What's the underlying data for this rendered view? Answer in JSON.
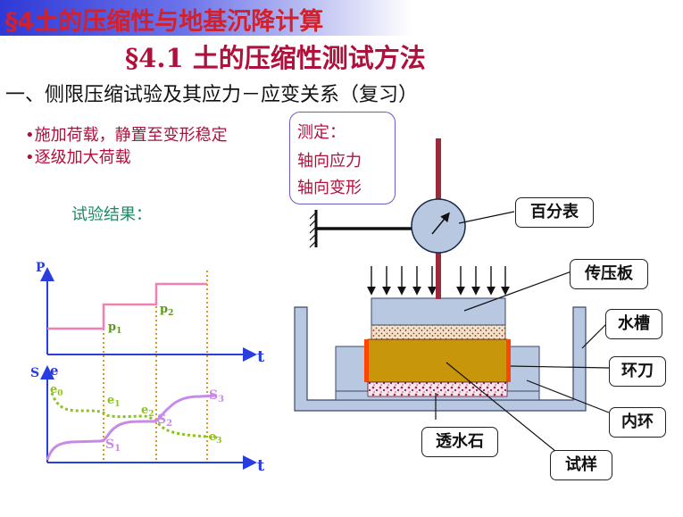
{
  "header": {
    "banner_title": "§4土的压缩性与地基沉降计算",
    "section_title": "§4.1  土的压缩性测试方法",
    "heading": "一、侧限压缩试验及其应力－应变关系（复习）"
  },
  "bullets": [
    "•施加荷载，静置至变形稳定",
    "•逐级加大荷载"
  ],
  "measure": {
    "title": "测定：",
    "items": [
      "轴向应力",
      "轴向变形"
    ]
  },
  "results_label": "试验结果：",
  "graph": {
    "p_axis_label": "P",
    "s_axis_label": "S",
    "e_axis_label": "e",
    "t_axis_label": "t",
    "p1_label": "p",
    "p1_sub": "1",
    "p2_label": "p",
    "p2_sub": "2",
    "e0_label": "e",
    "e0_sub": "0",
    "e1_label": "e",
    "e1_sub": "1",
    "e2_label": "e",
    "e2_sub": "2",
    "e3_label": "e",
    "e3_sub": "3",
    "s1_label": "S",
    "s1_sub": "1",
    "s2_label": "S",
    "s2_sub": "2",
    "s3_label": "S",
    "s3_sub": "3"
  },
  "callouts": {
    "dial_gauge": "百分表",
    "load_plate": "传压板",
    "water_tank": "水槽",
    "ring_knife": "环刀",
    "inner_ring": "内环",
    "porous_stone": "透水石",
    "specimen": "试样"
  },
  "colors": {
    "banner_text": "#d4202a",
    "title_text": "#b0103c",
    "p_curve": "#f080b0",
    "e_curve": "#8dc31e",
    "s_curve": "#c88ae8",
    "axis": "#2a3ee0",
    "guide": "#d89a1a",
    "specimen": "#c8960a",
    "ring": "#ff4500",
    "apparatus": "#b8c8e0",
    "rod": "#9b2a3a"
  }
}
